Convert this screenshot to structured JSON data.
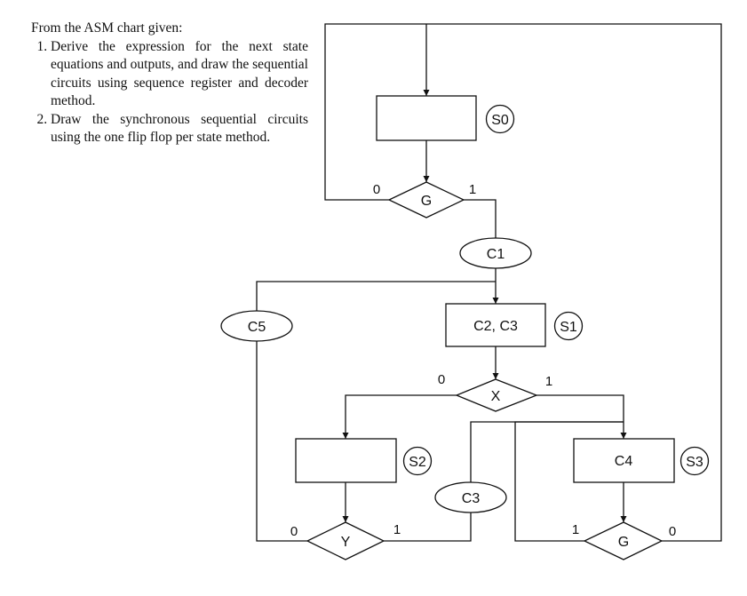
{
  "problem": {
    "intro": "From the ASM chart given:",
    "items": [
      "Derive the expression for the next state equations and outputs, and draw the sequential circuits using sequence register and decoder method.",
      "Draw the synchronous sequential circuits using the one flip flop per state method."
    ]
  },
  "chart": {
    "states": {
      "s0": {
        "name": "S0",
        "output": ""
      },
      "s1": {
        "name": "S1",
        "output": "C2, C3"
      },
      "s2": {
        "name": "S2",
        "output": ""
      },
      "s3": {
        "name": "S3",
        "output": "C4"
      }
    },
    "decisions": {
      "g_top": {
        "input": "G",
        "false_label": "0",
        "true_label": "1"
      },
      "x": {
        "input": "X",
        "false_label": "0",
        "true_label": "1"
      },
      "y": {
        "input": "Y",
        "false_label": "0",
        "true_label": "1"
      },
      "g_bottom": {
        "input": "G",
        "false_label": "0",
        "true_label": "1"
      }
    },
    "conditional_outputs": {
      "c1": "C1",
      "c5": "C5",
      "c3": "C3"
    }
  }
}
